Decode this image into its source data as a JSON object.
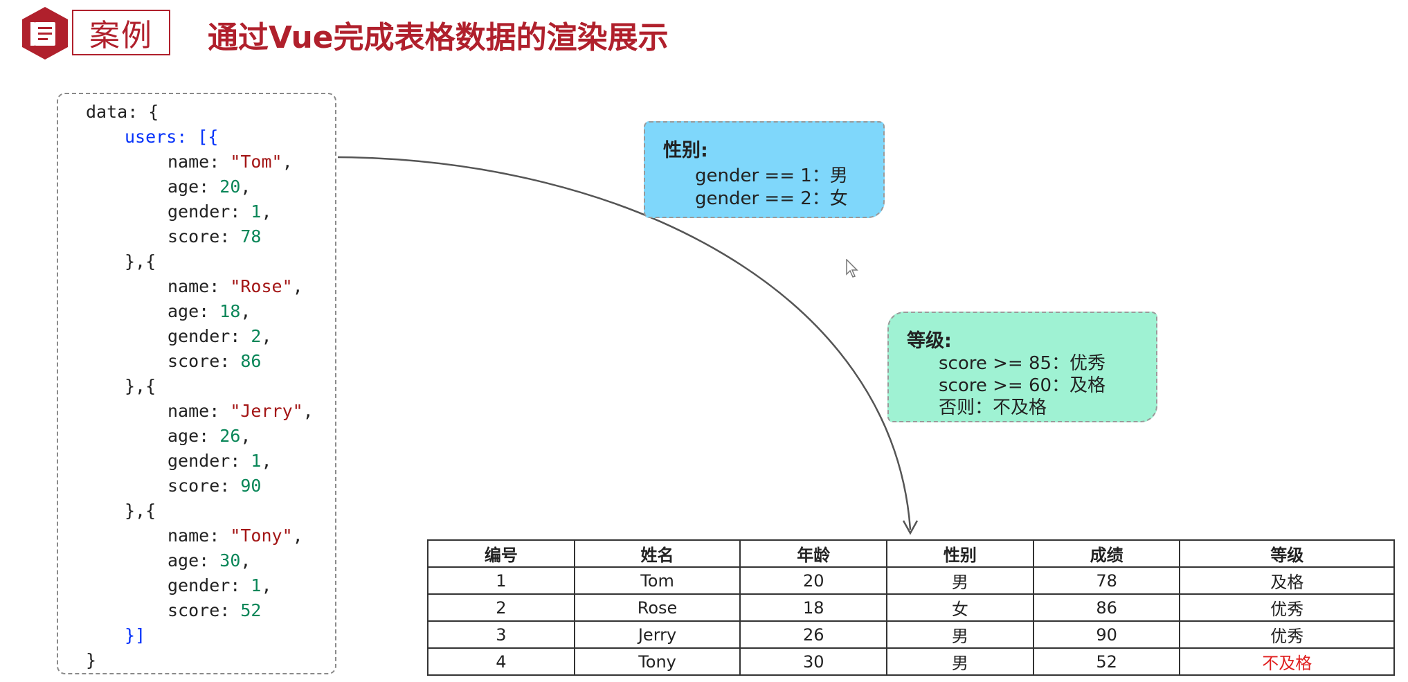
{
  "header": {
    "badge_label": "案例",
    "title": "通过Vue完成表格数据的渲染展示"
  },
  "code": {
    "open": "data: {",
    "users_open": "users: [{",
    "users": [
      {
        "name": "\"Tom\"",
        "age": "20",
        "gender": "1",
        "score": "78"
      },
      {
        "name": "\"Rose\"",
        "age": "18",
        "gender": "2",
        "score": "86"
      },
      {
        "name": "\"Jerry\"",
        "age": "26",
        "gender": "1",
        "score": "90"
      },
      {
        "name": "\"Tony\"",
        "age": "30",
        "gender": "1",
        "score": "52"
      }
    ],
    "separator": "},{",
    "users_close": "}]",
    "close": "}"
  },
  "gender_note": {
    "title": "性别:",
    "lines": [
      "gender == 1：男",
      "gender == 2：女"
    ]
  },
  "grade_note": {
    "title": "等级:",
    "lines": [
      "score >= 85：优秀",
      "score >= 60：及格",
      "否则：不及格"
    ]
  },
  "table": {
    "headers": [
      "编号",
      "姓名",
      "年龄",
      "性别",
      "成绩",
      "等级"
    ],
    "rows": [
      [
        "1",
        "Tom",
        "20",
        "男",
        "78",
        "及格"
      ],
      [
        "2",
        "Rose",
        "18",
        "女",
        "86",
        "优秀"
      ],
      [
        "3",
        "Jerry",
        "26",
        "男",
        "90",
        "优秀"
      ],
      [
        "4",
        "Tony",
        "30",
        "男",
        "52",
        "不及格"
      ]
    ]
  },
  "colors": {
    "brand_red": "#b0202c",
    "gender_note_bg": "#7fd7fb",
    "grade_note_bg": "#9ff2d3",
    "fail_text": "#e02020"
  }
}
